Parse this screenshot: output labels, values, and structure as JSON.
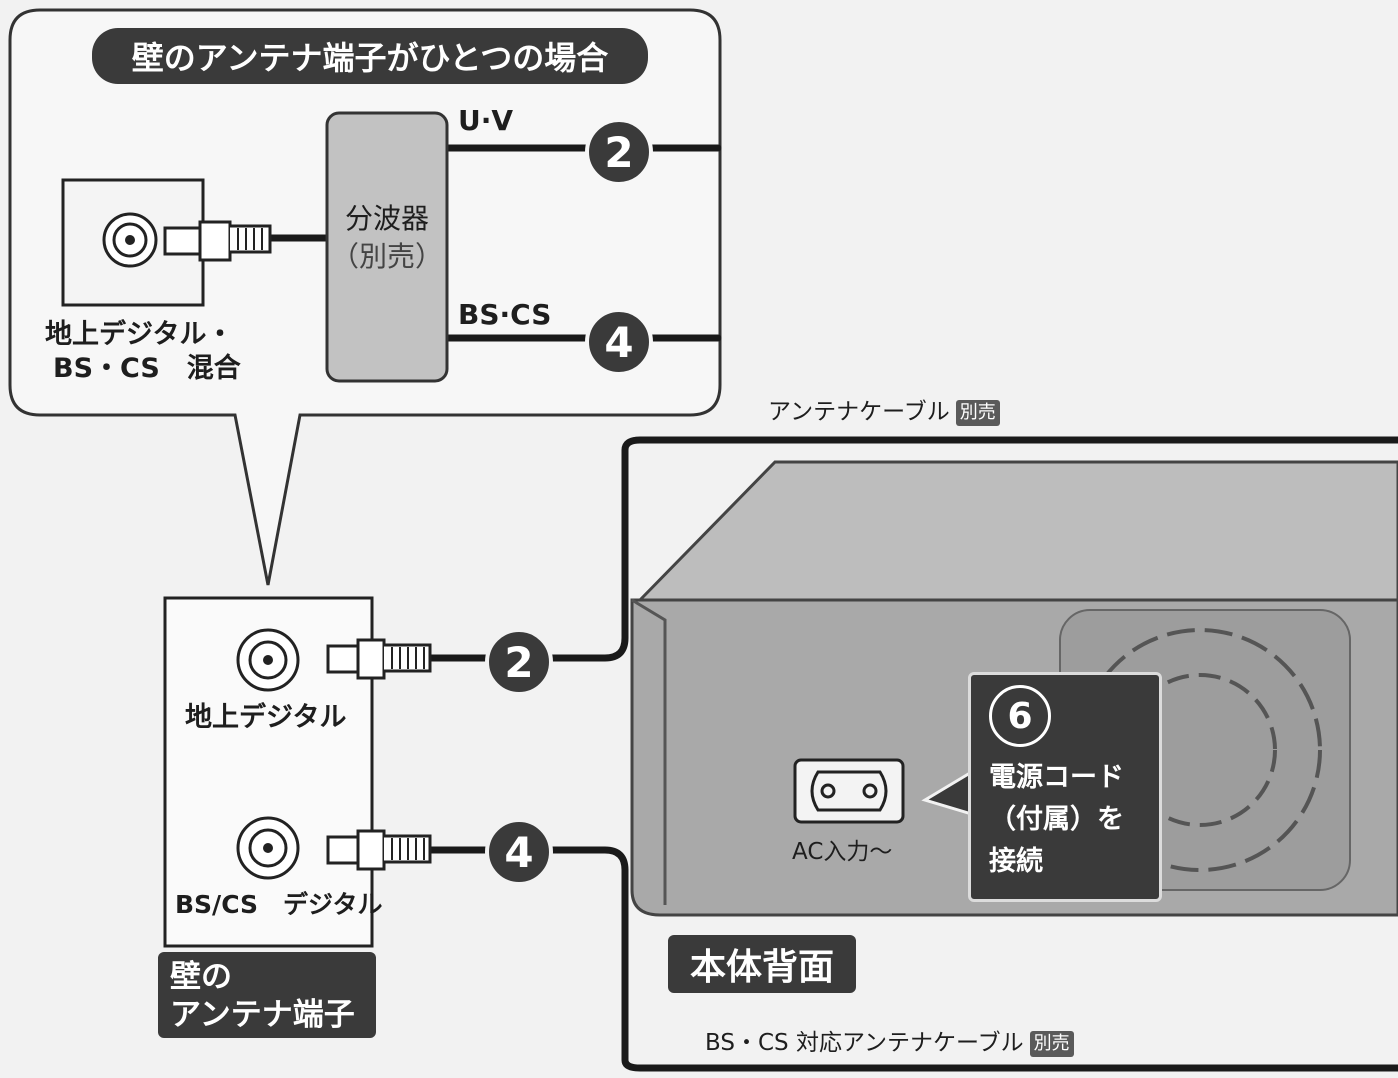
{
  "callout_title": "壁のアンテナ端子がひとつの場合",
  "splitter": {
    "line1": "分波器",
    "line2": "（別売）"
  },
  "uv_label": "U·V",
  "bscs_label": "BS·CS",
  "callout_num_top": "2",
  "callout_num_bottom": "4",
  "wall_mixed": {
    "line1": "地上デジタル・",
    "line2": "BS・CS　混合"
  },
  "antenna_cable": {
    "label": "アンテナケーブル",
    "tag": "別売"
  },
  "wall_outlet": {
    "terrestrial": "地上デジタル",
    "bscs": "BS/CS　デジタル"
  },
  "wall_terminal_label": {
    "line1": "壁の",
    "line2": "アンテナ端子"
  },
  "cable_num_top": "2",
  "cable_num_bottom": "4",
  "ac_input": "AC入力〜",
  "power_step": {
    "num": "6",
    "line1": "電源コード",
    "line2": "（付属）を",
    "line3": "接続"
  },
  "back_label": "本体背面",
  "bscs_cable": {
    "label": "BS・CS 対応アンテナケーブル",
    "tag": "別売"
  }
}
